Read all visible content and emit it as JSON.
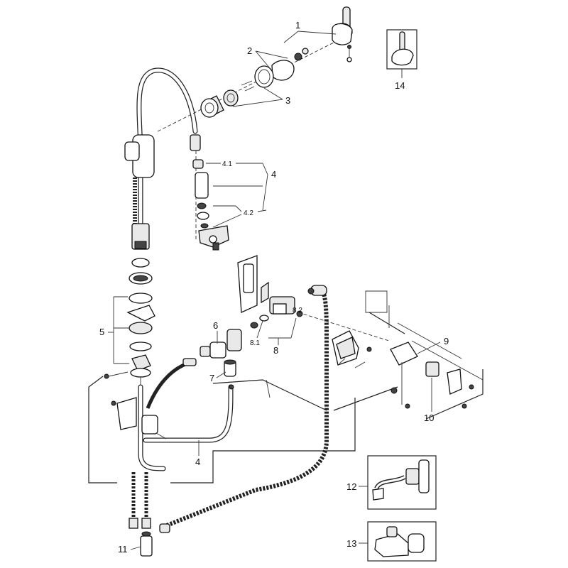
{
  "callouts": {
    "c1": "1",
    "c2": "2",
    "c3": "3",
    "c4a": "4",
    "c41": "4.1",
    "c42": "4.2",
    "c5": "5",
    "c6": "6",
    "c7": "7",
    "c8": "8",
    "c81": "8.1",
    "c82": "8.2",
    "c9": "9",
    "c10": "10",
    "c11": "11",
    "c12": "12",
    "c13": "13",
    "c14": "14",
    "c4b": "4"
  }
}
